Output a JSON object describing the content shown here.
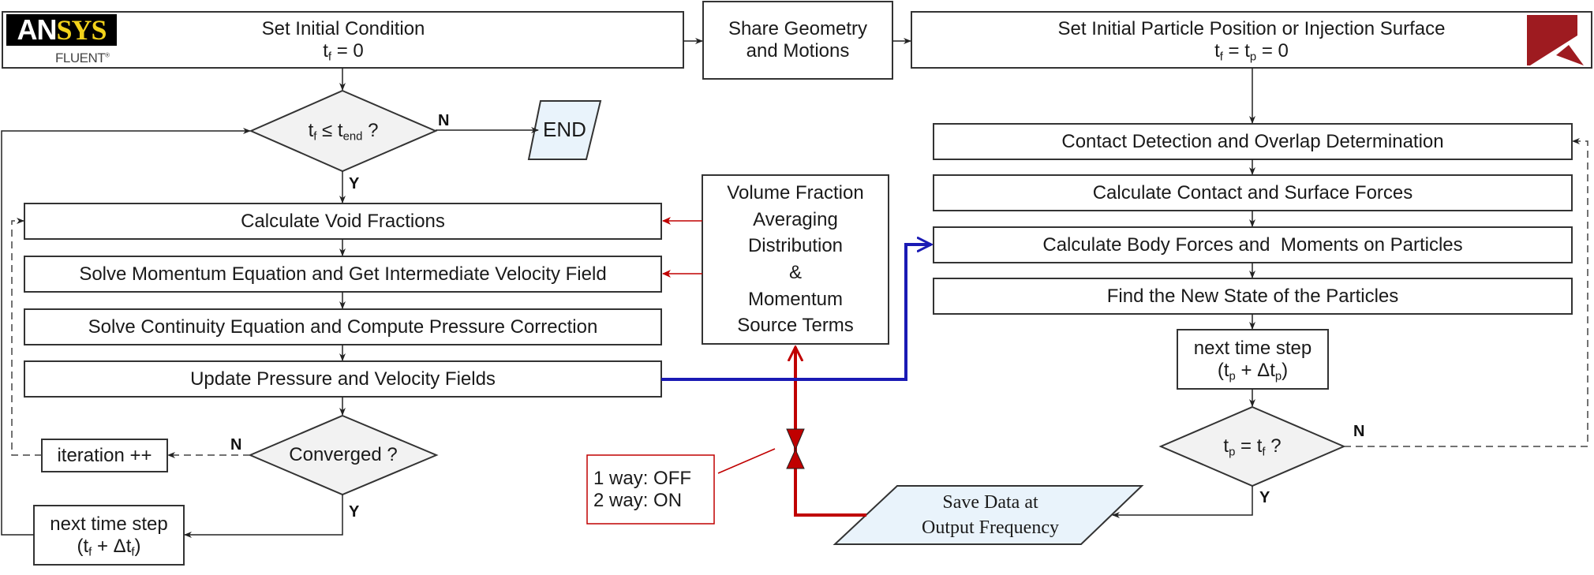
{
  "colors": {
    "stroke": "#333333",
    "diamond_fill": "#f2f2f2",
    "io_fill": "#e9f3fb",
    "coupling_red": "#c00000",
    "transfer_blue": "#1a1ab4",
    "rocky_red": "#9e1b20",
    "ansys_yellow": "#f2d21b"
  },
  "logos": {
    "ansys": {
      "an": "AN",
      "sys": "SYS",
      "product": "FLUENT",
      "mark": "®"
    },
    "rocky": {
      "icon": "rocky-dem-logo-icon"
    }
  },
  "fluid_side": {
    "init": {
      "line1": "Set Initial Condition",
      "line2_var": "t",
      "line2_sub": "f",
      "line2_rest": " = 0"
    },
    "time_check": {
      "var1": "t",
      "sub1": "f",
      "op": " ≤ ",
      "var2": "t",
      "sub2": "end",
      "rest": " ?",
      "no_label": "N",
      "yes_label": "Y"
    },
    "end": "END",
    "steps": [
      "Calculate Void Fractions",
      "Solve Momentum Equation and Get Intermediate Velocity Field",
      "Solve Continuity Equation and Compute Pressure Correction",
      "Update Pressure and Velocity Fields"
    ],
    "converged": {
      "text": "Converged ?",
      "no_label": "N",
      "yes_label": "Y"
    },
    "iteration": "iteration ++",
    "next_step": {
      "line1": "next time step",
      "open": "(",
      "var": "t",
      "sub": "f",
      "plus": " + Δ",
      "var2": "t",
      "sub2": "f",
      "close": ")"
    }
  },
  "shared": {
    "geometry": {
      "line1": "Share Geometry",
      "line2": "and Motions"
    },
    "coupling": {
      "lines": [
        "Volume Fraction",
        "Averaging",
        "Distribution",
        "&",
        "Momentum",
        "Source Terms"
      ]
    },
    "valve_note": {
      "line1": "1 way: OFF",
      "line2": "2 way: ON"
    }
  },
  "particle_side": {
    "init": {
      "line1": "Set Initial Particle Position or Injection Surface",
      "var1": "t",
      "sub1": "f",
      "eq": " = ",
      "var2": "t",
      "sub2": "p",
      "rest": " = 0"
    },
    "steps": [
      "Contact Detection and Overlap Determination",
      "Calculate Contact and Surface Forces",
      "Calculate Body Forces and  Moments on Particles",
      "Find the New State of the Particles"
    ],
    "next_step": {
      "line1": "next time step",
      "open": "(",
      "var": "t",
      "sub": "p",
      "plus": " + Δ",
      "var2": "t",
      "sub2": "p",
      "close": ")"
    },
    "sync_check": {
      "var1": "t",
      "sub1": "p",
      "eq": " = ",
      "var2": "t",
      "sub2": "f",
      "rest": " ?",
      "no_label": "N",
      "yes_label": "Y"
    },
    "save": {
      "line1": "Save Data at",
      "line2": "Output Frequency"
    }
  }
}
